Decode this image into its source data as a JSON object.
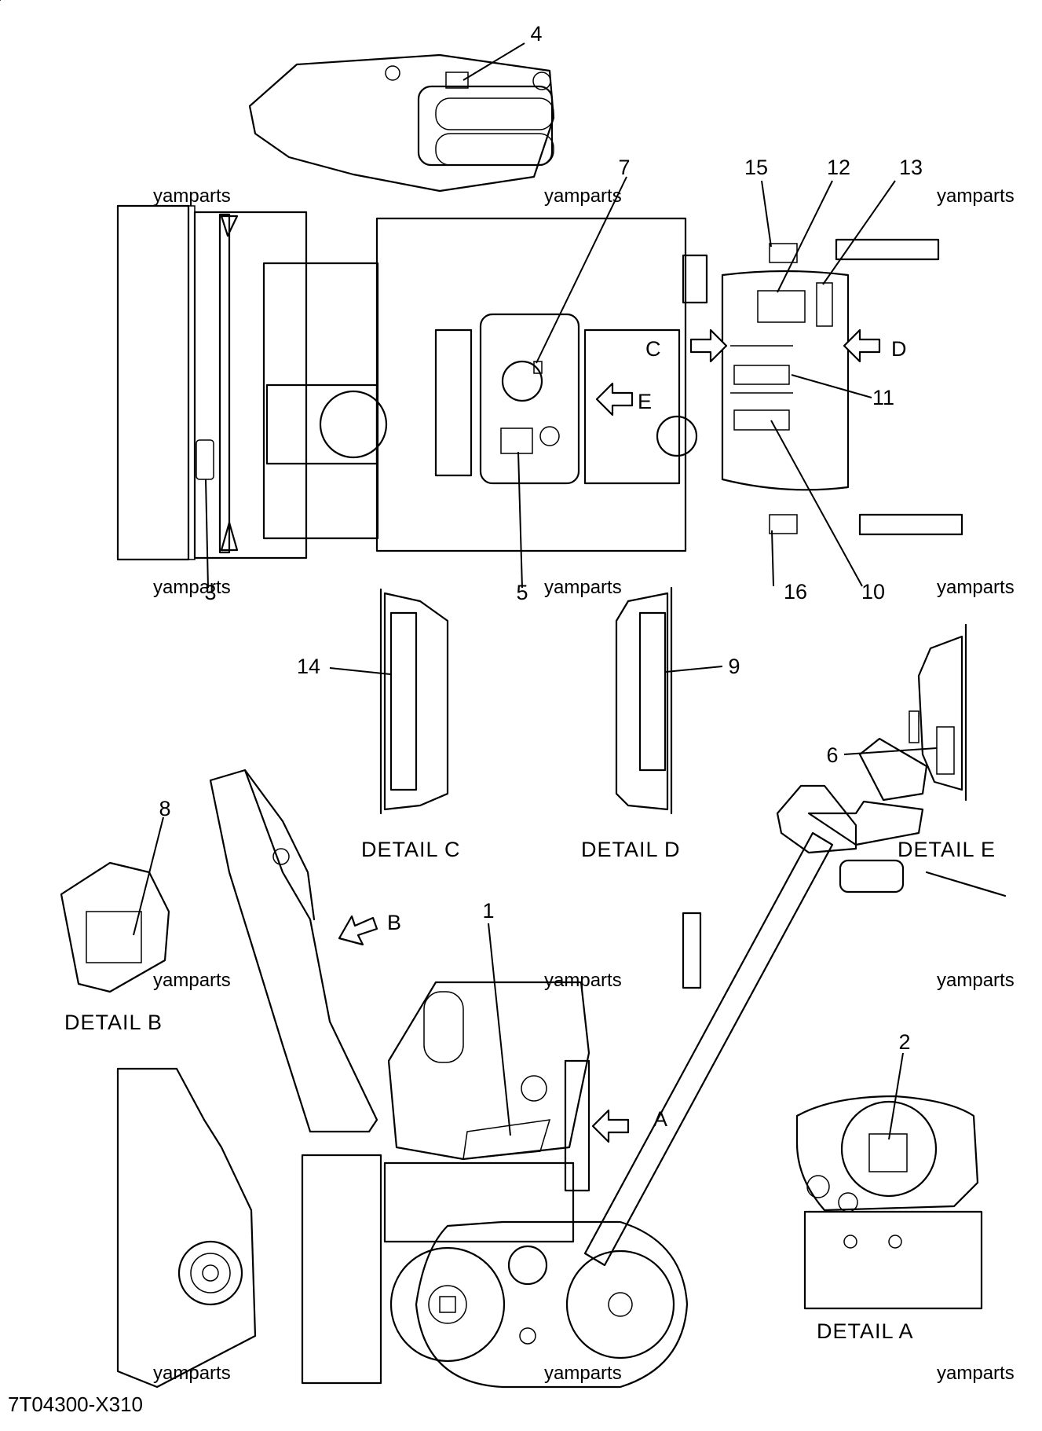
{
  "callouts": [
    "1",
    "2",
    "3",
    "4",
    "5",
    "6",
    "7",
    "8",
    "9",
    "10",
    "11",
    "12",
    "13",
    "14",
    "15",
    "16"
  ],
  "view_letters": [
    "A",
    "B",
    "C",
    "D",
    "E"
  ],
  "detail_labels": {
    "a": "DETAIL A",
    "b": "DETAIL B",
    "c": "DETAIL C",
    "d": "DETAIL D",
    "e": "DETAIL E"
  },
  "watermark": "yamparts",
  "part_code": "7T04300-X310"
}
